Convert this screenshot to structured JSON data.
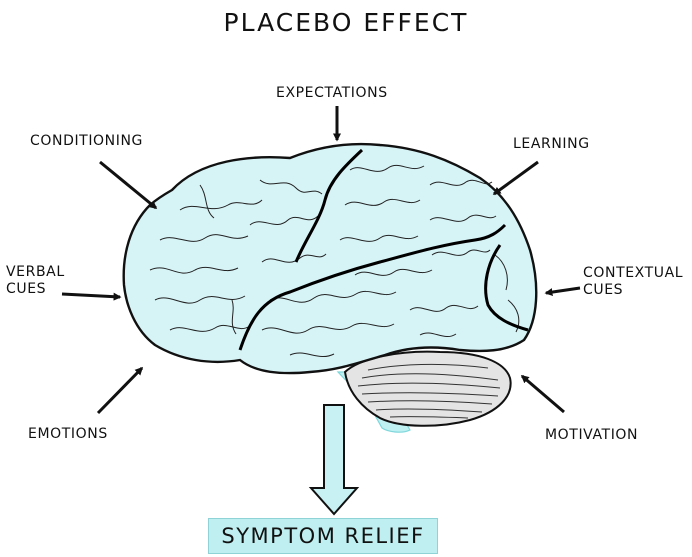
{
  "title": "PLACEBO EFFECT",
  "labels": {
    "expectations": "EXPECTATIONS",
    "conditioning": "CONDITIONING",
    "learning": "LEARNING",
    "verbal_line1": "VERBAL",
    "verbal_line2": "CUES",
    "contextual_line1": "CONTEXTUAL",
    "contextual_line2": "CUES",
    "emotions": "EMOTIONS",
    "motivation": "MOTIVATION"
  },
  "outcome": "SYMPTOM RELIEF",
  "colors": {
    "brain_fill": "#d6f3f6",
    "brainstem_fill": "#bff0f2",
    "outline": "#111111",
    "cerebellum_fill": "#e4e4e4",
    "arrow_fill": "#c7f1f3",
    "relief_bg": "#bfeff0"
  }
}
